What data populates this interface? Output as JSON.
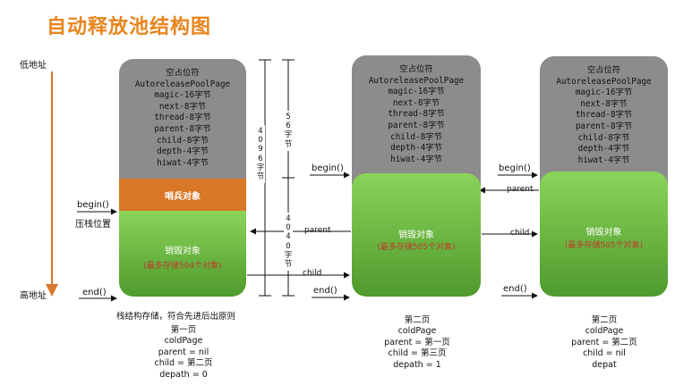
{
  "title": "自动释放池结构图",
  "axis": {
    "low": "低地址",
    "high": "高地址"
  },
  "fields": [
    "空占位符",
    "AutoreleasePoolPage",
    "magic-16字节",
    "next-8字节",
    "thread-8字节",
    "parent-8字节",
    "child-8字节",
    "depth-4字节",
    "hiwat-4字节"
  ],
  "page1": {
    "sentinel": "哨兵对象",
    "destroy_title": "销毁对象",
    "destroy_sub": "(最多存储504个对象)",
    "begin": "begin()",
    "push_pos": "压栈位置",
    "end": "end()",
    "stack_note": "栈结构存储，符合先进后出原则",
    "caption": [
      "第一页",
      "coldPage",
      "parent = nil",
      "child = 第二页",
      "depath = 0"
    ]
  },
  "page2": {
    "destroy_title": "销毁对象",
    "destroy_sub": "(最多存储505个对象)",
    "begin": "begin()",
    "end": "end()",
    "caption": [
      "第二页",
      "coldPage",
      "parent = 第一页",
      "child = 第三页",
      "depath = 1"
    ]
  },
  "page3": {
    "destroy_title": "销毁对象",
    "destroy_sub": "(最多存储505个对象)",
    "begin": "begin()",
    "end": "end()",
    "caption": [
      "第二页",
      "coldPage",
      "parent = 第二页",
      "child = nil",
      "depat"
    ]
  },
  "arrows": {
    "parent": "parent",
    "child": "child"
  },
  "measure": {
    "total": [
      "4",
      "0",
      "9",
      "6",
      "字",
      "节"
    ],
    "header": [
      "5",
      "6",
      "字",
      "节"
    ],
    "body": [
      "4",
      "0",
      "4",
      "0",
      "字",
      "节"
    ]
  }
}
